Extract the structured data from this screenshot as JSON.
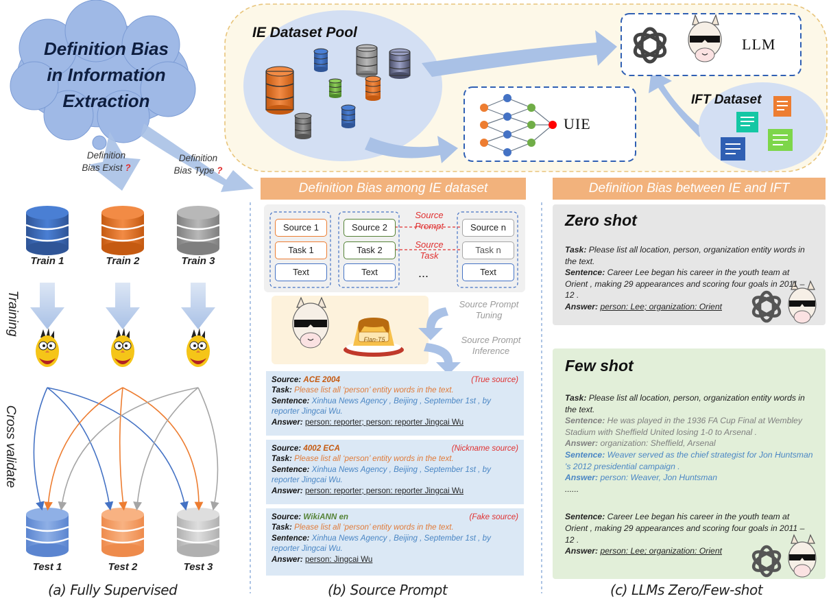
{
  "cloud": {
    "line1": "Definition Bias",
    "line2": "in Information",
    "line3": "Extraction"
  },
  "arrows": {
    "exist_line1": "Definition",
    "exist_line2": "Bias Exist",
    "type_line1": "Definition",
    "type_line2": "Bias Type",
    "qmark": "?"
  },
  "panel_a": {
    "train": [
      "Train 1",
      "Train 2",
      "Train 3"
    ],
    "test": [
      "Test 1",
      "Test 2",
      "Test 3"
    ],
    "training": "Training",
    "cross_validate": "Cross validate",
    "caption": "(a) Fully Supervised"
  },
  "top": {
    "pool_title": "IE Dataset Pool",
    "llm_label": "LLM",
    "uie_label": "UIE",
    "ift_title": "IFT Dataset"
  },
  "panel_b": {
    "header": "Definition Bias among IE dataset",
    "sources": [
      "Source 1",
      "Source 2",
      "Source n"
    ],
    "tasks": [
      "Task 1",
      "Task 2",
      "Task n"
    ],
    "text": "Text",
    "dots": "...",
    "source_prompt": "Source\nPrompt",
    "source_task": "Source\nTask",
    "tuning": "Source Prompt\nTuning",
    "inference": "Source Prompt\nInference",
    "flan": "Flan-T5",
    "cards": [
      {
        "source_label": "Source:",
        "source": "ACE 2004",
        "tag": "(True source)",
        "task_label": "Task:",
        "task": "Please list all ‘person’ entity words in the text.",
        "sentence_label": "Sentence:",
        "sentence": "Xinhua News Agency , Beijing , September 1st , by reporter Jingcai Wu.",
        "answer_label": "Answer:",
        "answer": "person: reporter; person: reporter Jingcai Wu"
      },
      {
        "source_label": "Source:",
        "source": "4002 ECA",
        "tag": "(Nickname source)",
        "task_label": "Task:",
        "task": "Please list all ‘person’ entity words in the text.",
        "sentence_label": "Sentence:",
        "sentence": "Xinhua News Agency , Beijing , September 1st , by reporter Jingcai Wu.",
        "answer_label": "Answer:",
        "answer": "person: reporter; person: reporter Jingcai Wu"
      },
      {
        "source_label": "Source:",
        "source": "WikiANN en",
        "tag": "(Fake source)",
        "task_label": "Task:",
        "task": "Please list all ‘person’ entity words in the text.",
        "sentence_label": "Sentence:",
        "sentence": "Xinhua News Agency , Beijing , September 1st , by reporter Jingcai Wu.",
        "answer_label": "Answer:",
        "answer": "person: Jingcai Wu"
      }
    ],
    "caption": "(b) Source Prompt"
  },
  "panel_c": {
    "header": "Definition Bias between IE and IFT",
    "zero": {
      "title": "Zero shot",
      "task_label": "Task:",
      "task": "Please list all location, person, organization entity words in the text.",
      "sentence_label": "Sentence:",
      "sentence": "Career Lee began his career in the youth team at Orient , making 29 appearances and scoring four goals in 2011 – 12 .",
      "answer_label": "Answer:",
      "answer": "person: Lee; organization: Orient"
    },
    "few": {
      "title": "Few shot",
      "task_label": "Task:",
      "task": "Please list all location, person, organization entity words in the text.",
      "ex1_label": "Sentence:",
      "ex1": "He was played in the 1936 FA Cup Final at Wembley Stadium with Sheffield United losing 1-0 to Arsenal .",
      "ex1_ans_label": "Answer:",
      "ex1_ans": "organization: Sheffield, Arsenal",
      "ex2_label": "Sentence:",
      "ex2": "Weaver served as the chief strategist for Jon Huntsman 's 2012 presidential campaign .",
      "ex2_ans_label": "Answer:",
      "ex2_ans": "person: Weaver, Jon Huntsman",
      "ellipsis": "......",
      "sentence_label": "Sentence:",
      "sentence": "Career Lee began his career in the youth team at Orient , making 29 appearances and scoring four goals in 2011 – 12 .",
      "answer_label": "Answer:",
      "answer": "person: Lee; organization: Orient"
    },
    "caption": "(c) LLMs Zero/Few-shot"
  },
  "colors": {
    "blue": "#4472c4",
    "orange": "#ed7d31",
    "gray": "#a5a5a5",
    "green": "#70ad47",
    "header": "#f2b27c",
    "red": "#e03030"
  }
}
